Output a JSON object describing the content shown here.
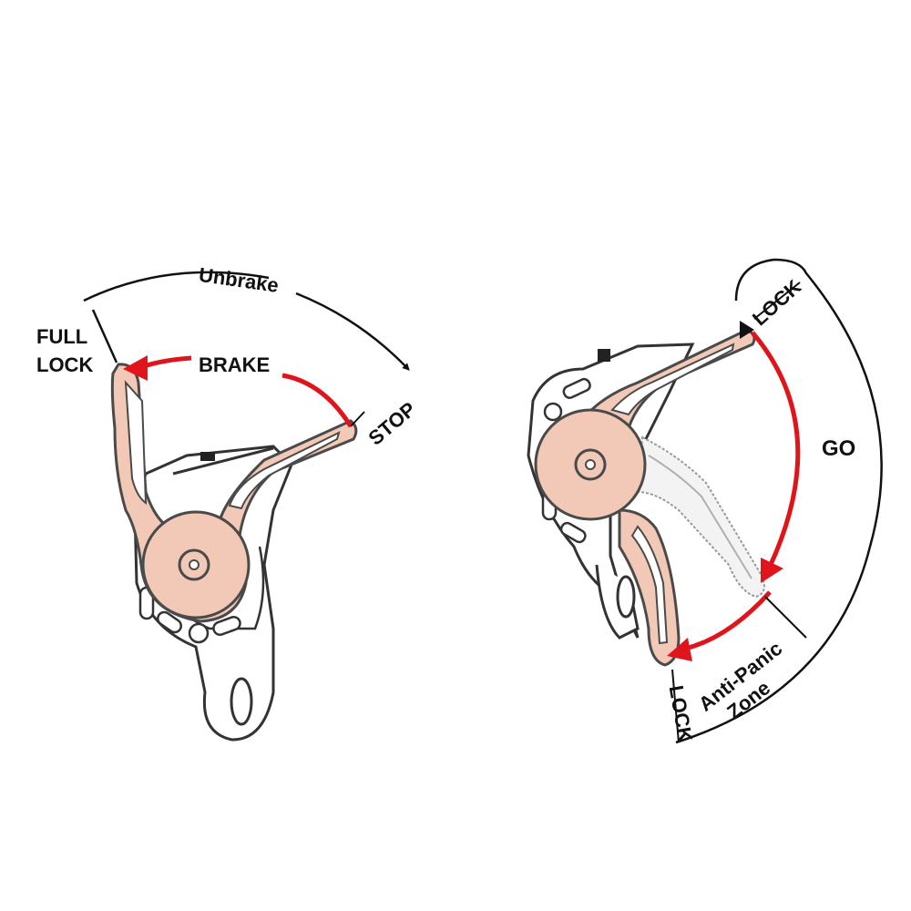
{
  "colors": {
    "ink": "#111111",
    "arrow_red": "#e0141b",
    "lever_fill": "#f2c9b6",
    "lever_stroke": "#4a4a4a",
    "body_fill": "#ffffff",
    "ghost_fill": "#f3f3f3"
  },
  "left_device": {
    "label_unbrake": "Unbrake",
    "label_full": "FULL",
    "label_lock": "LOCK",
    "label_brake": "BRAKE",
    "label_stop": "STOP"
  },
  "right_device": {
    "label_lock_top": "LOCK",
    "label_go": "GO",
    "label_anti_panic": "Anti-Panic",
    "label_zone": "Zone",
    "label_lock_bottom": "LOCK"
  },
  "icons": {
    "arrowhead": "triangle-arrowhead-icon",
    "pivot": "pivot-bolt-icon"
  }
}
